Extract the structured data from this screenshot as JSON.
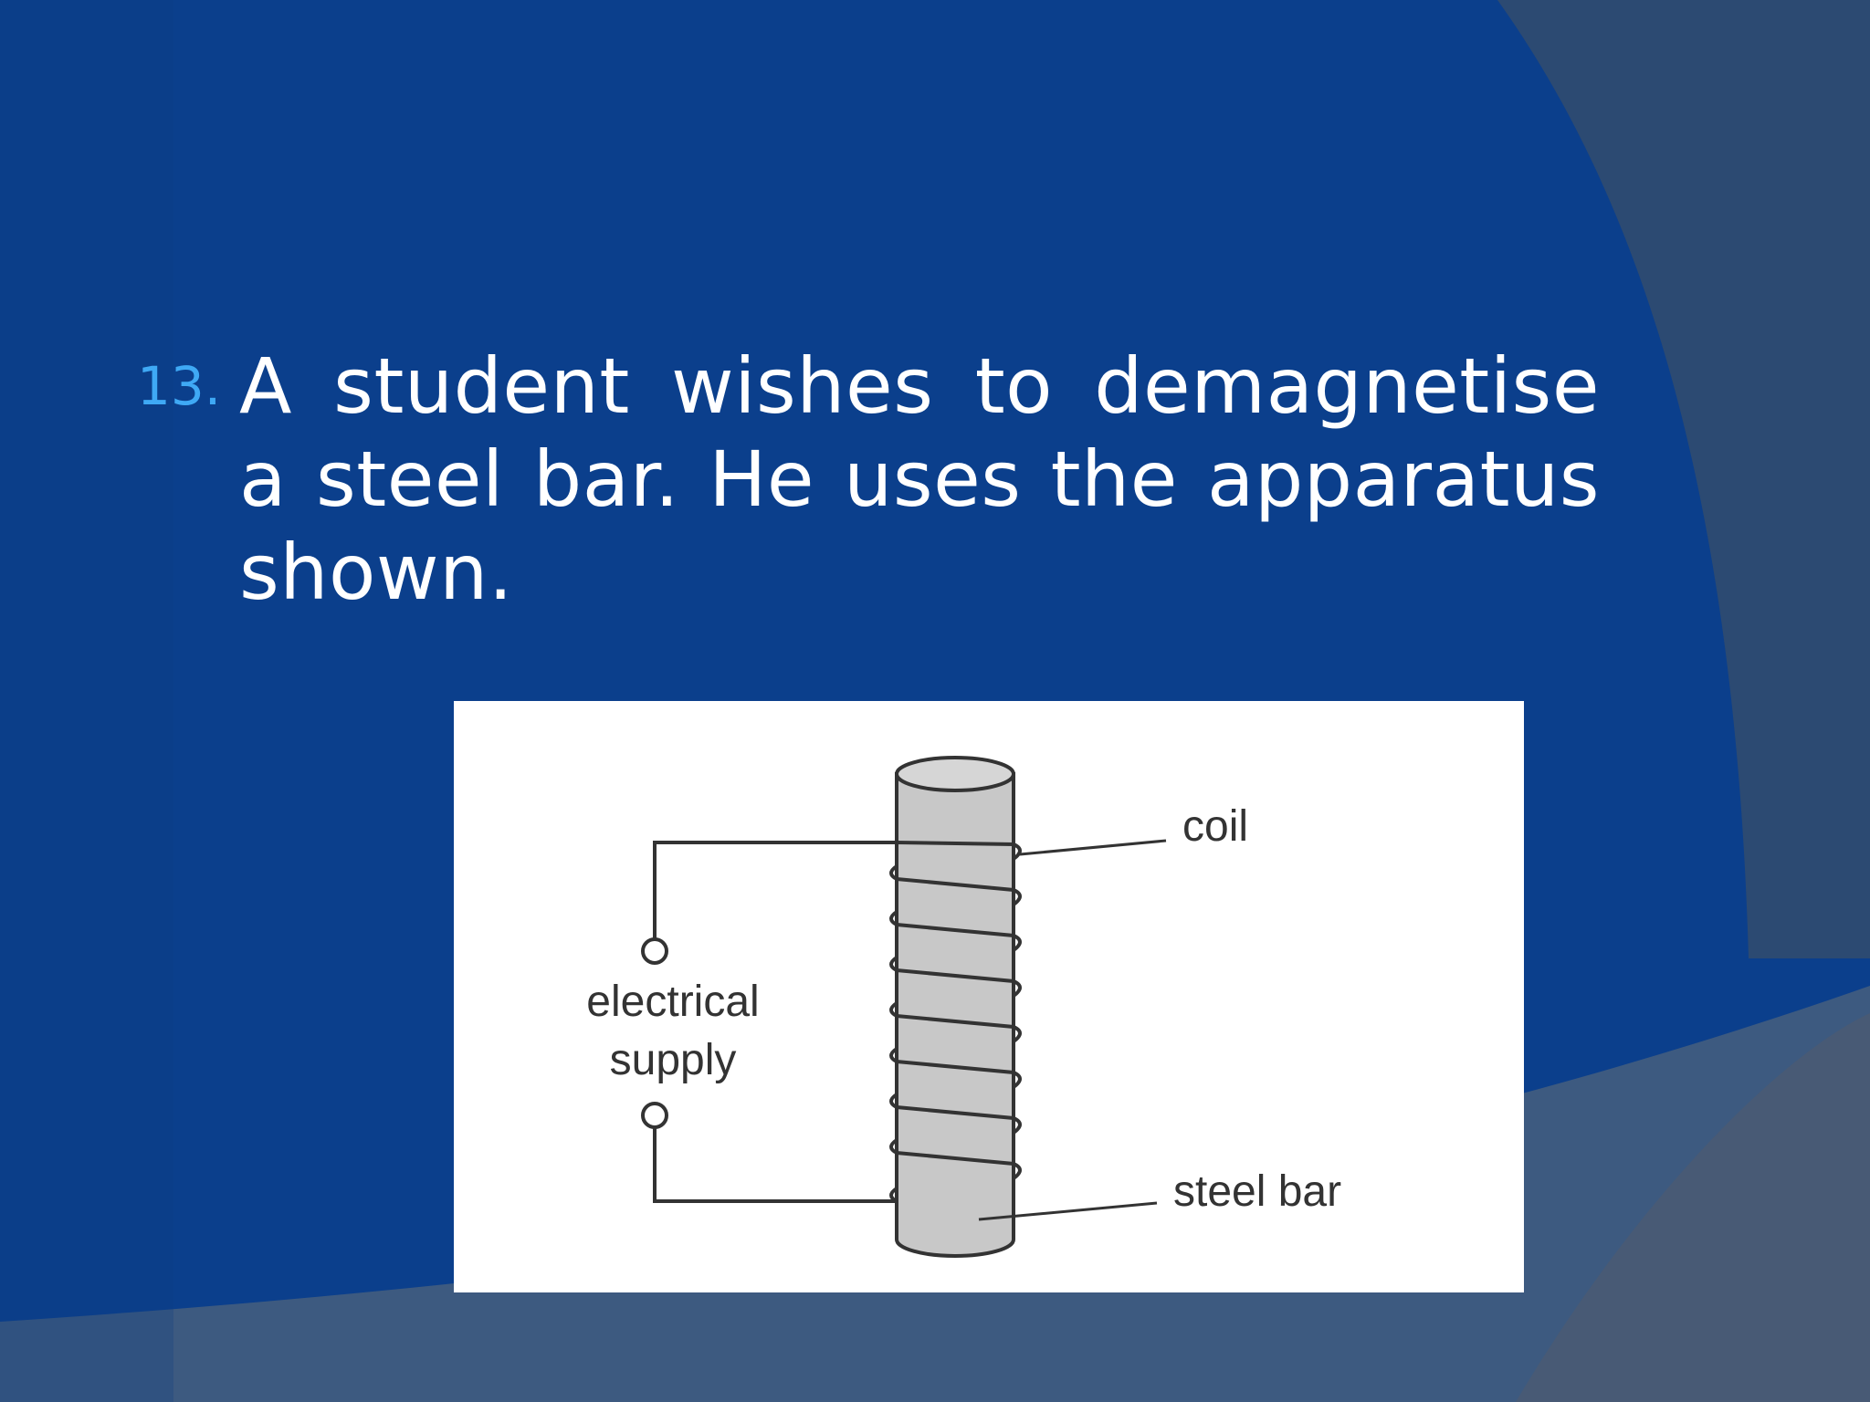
{
  "slide": {
    "number": "13.",
    "text": "A student wishes to demagnetise a steel bar. He uses the apparatus shown."
  },
  "diagram": {
    "labels": {
      "coil": "coil",
      "steel_bar": "steel bar",
      "electrical_supply": "electrical supply"
    }
  },
  "colors": {
    "background": "#0b3f8c",
    "number_accent": "#3fa9f5",
    "text": "#ffffff"
  }
}
